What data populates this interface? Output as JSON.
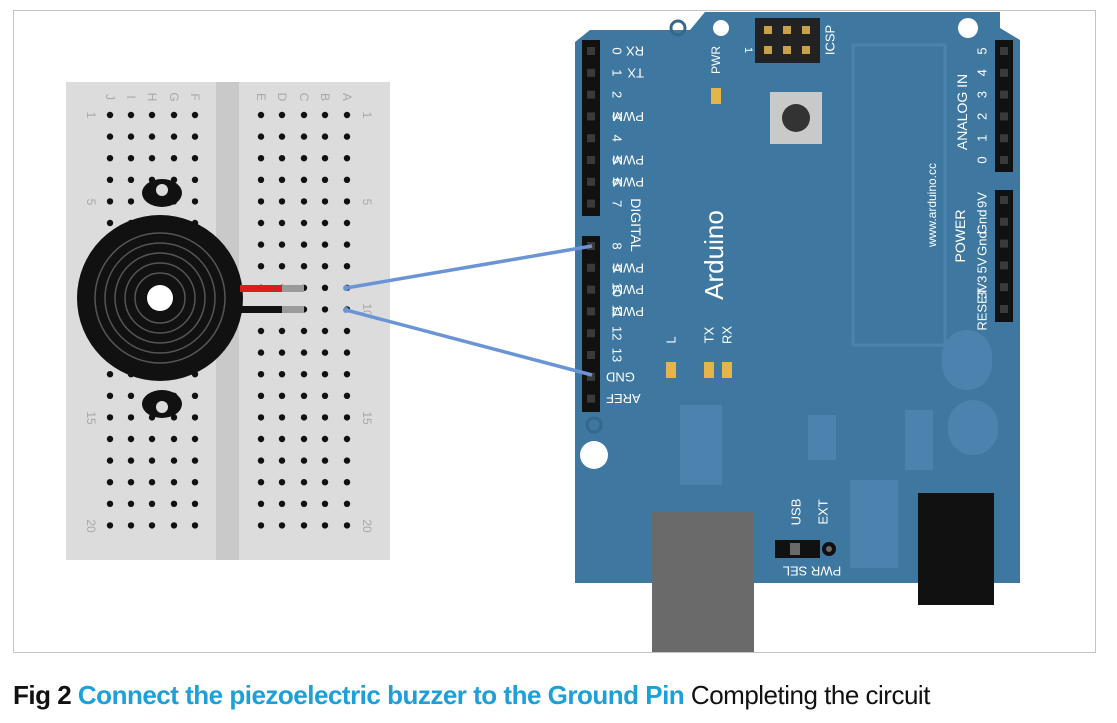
{
  "figure": {
    "label": "Fig 2",
    "title": "Connect the piezoelectric buzzer to the Ground Pin",
    "subtitle": "Completing the circuit"
  },
  "breadboard": {
    "columns_left": [
      "J",
      "I",
      "H",
      "G",
      "F"
    ],
    "columns_right": [
      "E",
      "D",
      "C",
      "B",
      "A"
    ],
    "row_labels": [
      "1",
      "5",
      "10",
      "15",
      "20"
    ]
  },
  "arduino": {
    "brand": "Arduino",
    "website": "www.arduino.cc",
    "digital_label": "DIGITAL",
    "analog_label": "ANALOG IN",
    "power_label": "POWER",
    "icsp_label": "ICSP",
    "icsp_pin": "1",
    "pwr_led": "PWR",
    "led_labels": [
      "L",
      "TX",
      "RX"
    ],
    "usb_label": "USB",
    "ext_label": "EXT",
    "pwr_sel_label": "PWR SEL",
    "digital_pins_top": [
      "0",
      "1",
      "2",
      "3",
      "4",
      "5",
      "6",
      "7"
    ],
    "digital_pins_top_tags": [
      "RX",
      "TX",
      "",
      "PWM",
      "",
      "PWM",
      "PWM",
      ""
    ],
    "digital_pins_bottom": [
      "8",
      "9",
      "10",
      "11",
      "12",
      "13",
      "GND",
      "AREF"
    ],
    "digital_pins_bottom_tags": [
      "",
      "PWM",
      "PWM",
      "PWM",
      "",
      "",
      "",
      ""
    ],
    "analog_pins": [
      "5",
      "4",
      "3",
      "2",
      "1",
      "0"
    ],
    "power_pins": [
      "9V",
      "Gnd",
      "Gnd",
      "5V",
      "3V3",
      "RESET"
    ]
  },
  "colors": {
    "board": "#3e77a0",
    "breadboard": "#dcdcdc",
    "wire": "#6a94d6",
    "caption_title": "#1d9fd8",
    "led": "#e5b54a",
    "buzzer_lead_positive": "#d61f1f",
    "buzzer_lead_negative": "#111111"
  }
}
